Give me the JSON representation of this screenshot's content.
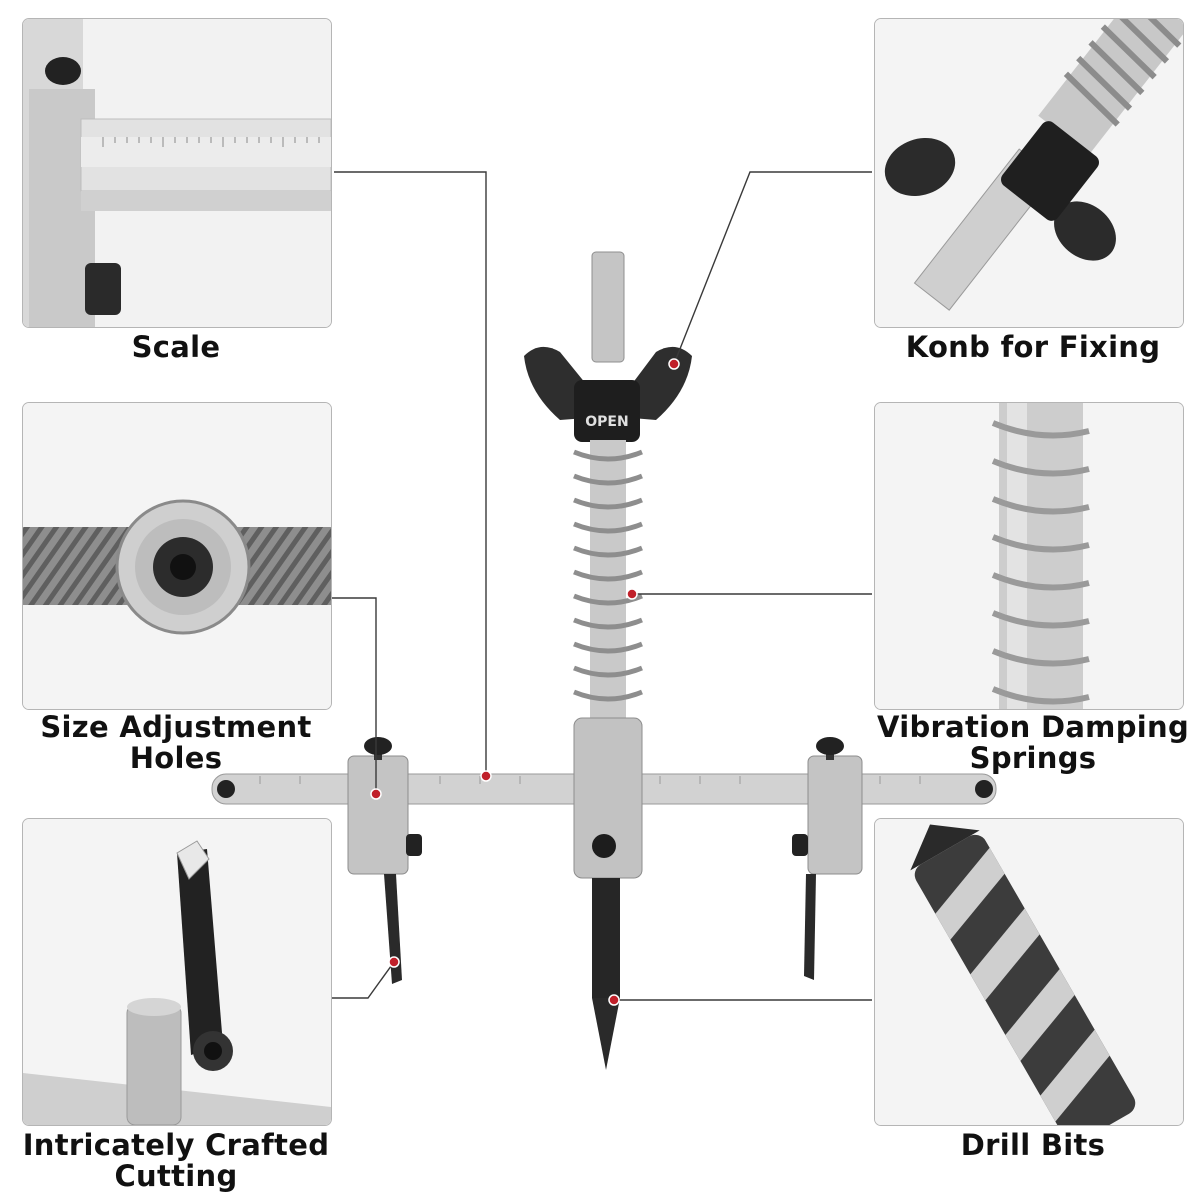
{
  "features": [
    {
      "id": "scale",
      "caption": "Scale"
    },
    {
      "id": "knob",
      "caption": "Konb for Fixing"
    },
    {
      "id": "holes",
      "caption_lines": [
        "Size Adjustment",
        "Holes"
      ]
    },
    {
      "id": "springs",
      "caption_lines": [
        "Vibration Damping",
        "Springs"
      ]
    },
    {
      "id": "cutting",
      "caption_lines": [
        "Intricately Crafted",
        "Cutting"
      ]
    },
    {
      "id": "drill",
      "caption": "Drill Bits"
    }
  ],
  "knob_marking": "OPEN",
  "colors": {
    "leader_line": "#3a3a3a",
    "marker_dot": "#c0202a",
    "panel_border": "#b5b5b5",
    "steel": "#cfcfcf",
    "black_part": "#2b2b2b"
  }
}
